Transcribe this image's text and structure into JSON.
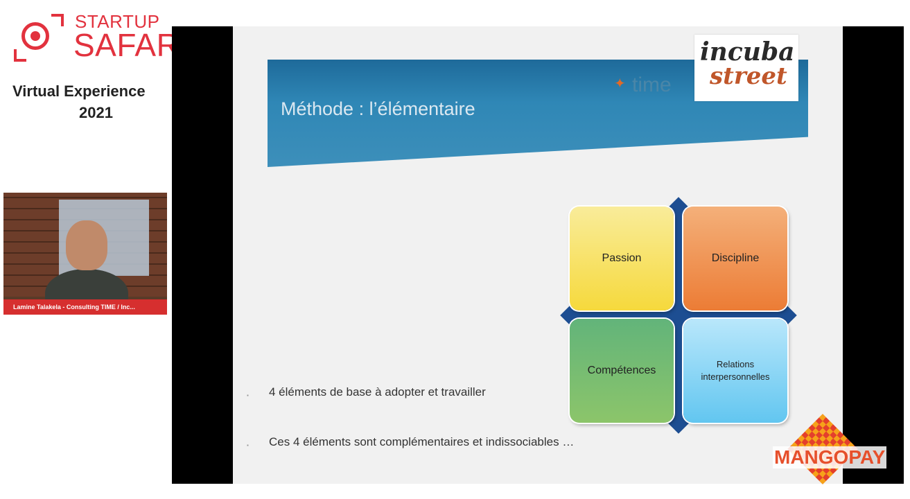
{
  "branding": {
    "logo_line1": "STARTUP",
    "logo_line2": "SAFARI",
    "event_title": "Virtual Experience",
    "event_year": "2021",
    "accent_color": "#e2323e"
  },
  "webcam": {
    "participant_label": "Lamine Talakela - Consulting TIME / Inc..."
  },
  "slide": {
    "title": "Méthode : l’élémentaire",
    "time_logo": "time",
    "incuba_line1": "incuba",
    "incuba_line2": "street",
    "matrix": {
      "top_left": "Passion",
      "top_right": "Discipline",
      "bottom_left": "Compétences",
      "bottom_right": "Relations interpersonnelles"
    },
    "bullets": [
      "4 éléments de base à adopter et travailler",
      "Ces 4 éléments sont complémentaires et indissociables …"
    ]
  },
  "sponsor": {
    "name": "MANGOPAY"
  },
  "icons": [
    "record-camera-icon",
    "time-star-icon",
    "mangopay-diamond-icon"
  ]
}
